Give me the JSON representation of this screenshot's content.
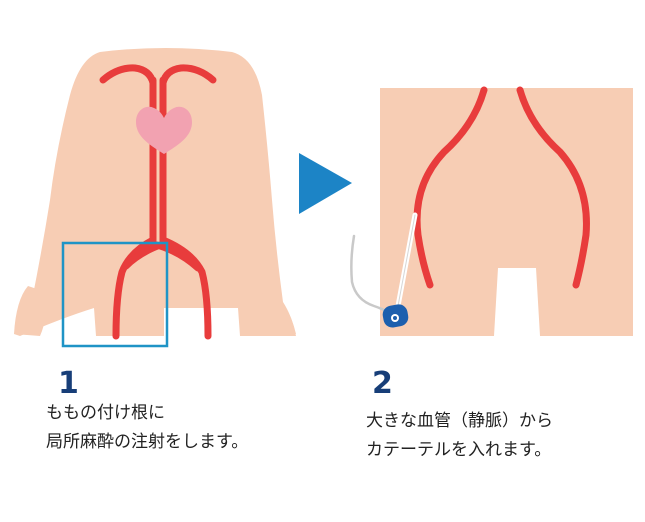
{
  "colors": {
    "skin": "#f7cdb4",
    "vessel": "#e83c3c",
    "heart": "#f2a2b1",
    "highlight_box": "#1f94c6",
    "arrow": "#1c84c6",
    "step_number": "#173e78",
    "text": "#222222",
    "catheter_hub": "#1d5fae",
    "tube": "#c9c9c9"
  },
  "step1": {
    "number": "1",
    "line1": "ももの付け根に",
    "line2": "局所麻酔の注射をします。"
  },
  "step2": {
    "number": "2",
    "line1": "大きな血管（静脈）から",
    "line2": "カテーテルを入れます。"
  }
}
